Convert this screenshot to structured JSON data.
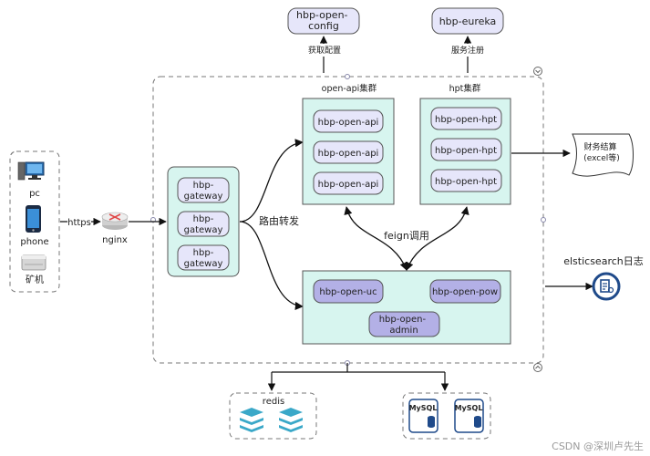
{
  "top_services": {
    "config": "hbp-open-\nconfig",
    "config_label": "获取配置",
    "eureka": "hbp-eureka",
    "eureka_label": "服务注册"
  },
  "clients": {
    "pc": "pc",
    "phone": "phone",
    "mining": "矿机"
  },
  "edge": {
    "https": "https",
    "nginx": "nginx"
  },
  "gateways": [
    "hbp-\ngateway",
    "hbp-\ngateway",
    "hbp-\ngateway"
  ],
  "routing_label": "路由转发",
  "open_api_cluster": {
    "title": "open-api集群",
    "nodes": [
      "hbp-open-api",
      "hbp-open-api",
      "hbp-open-api"
    ]
  },
  "hpt_cluster": {
    "title": "hpt集群",
    "nodes": [
      "hbp-open-hpt",
      "hbp-open-hpt",
      "hbp-open-hpt"
    ]
  },
  "feign_label": "feign调用",
  "core_services": [
    "hbp-open-uc",
    "hbp-open-pow",
    "hbp-open-\nadmin"
  ],
  "finance_doc": "财务结算\n(excel等)",
  "log": {
    "label": "elsticsearch日志"
  },
  "storage": {
    "redis": "redis",
    "mysql": [
      "MySQL",
      "MySQL"
    ]
  },
  "watermark": "CSDN @深圳卢先生",
  "colors": {
    "service_fill": "#e6e6fa",
    "cluster_fill": "#d7f5ef",
    "core_fill": "#b3b0e6",
    "redis": "#3aa8c8",
    "mysql": "#1f4a8a",
    "log_icon": "#1f4a8a"
  }
}
